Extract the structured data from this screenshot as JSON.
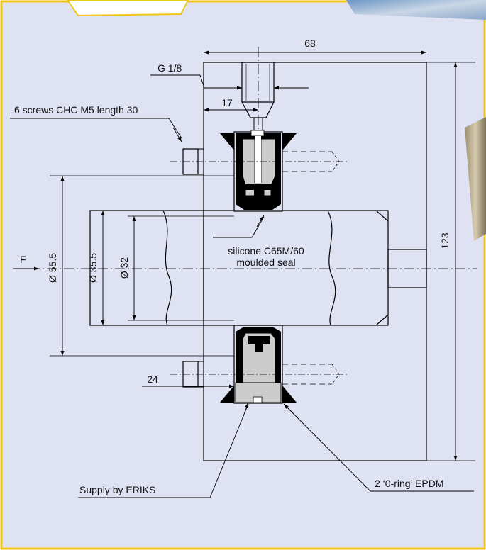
{
  "dims": {
    "width_68": "68",
    "thread_g18": "G 1/8",
    "depth_17": "17",
    "height_123": "123",
    "dia_55_5": "Ø 55.5",
    "dia_35_5": "Ø 35.5",
    "dia_32": "Ø 32",
    "offset_24": "24"
  },
  "labels": {
    "force": "F",
    "screws": "6 screws CHC M5 length 30",
    "seal_line1": "silicone C65M/60",
    "seal_line2": "moulded seal",
    "supplier": "Supply by ERIKS",
    "oring": "2 ‘0-ring’ EPDM"
  },
  "colors": {
    "background": "#dfe2f2",
    "border": "#f2c619",
    "seal_gray": "#cccccc",
    "line": "#000000"
  }
}
